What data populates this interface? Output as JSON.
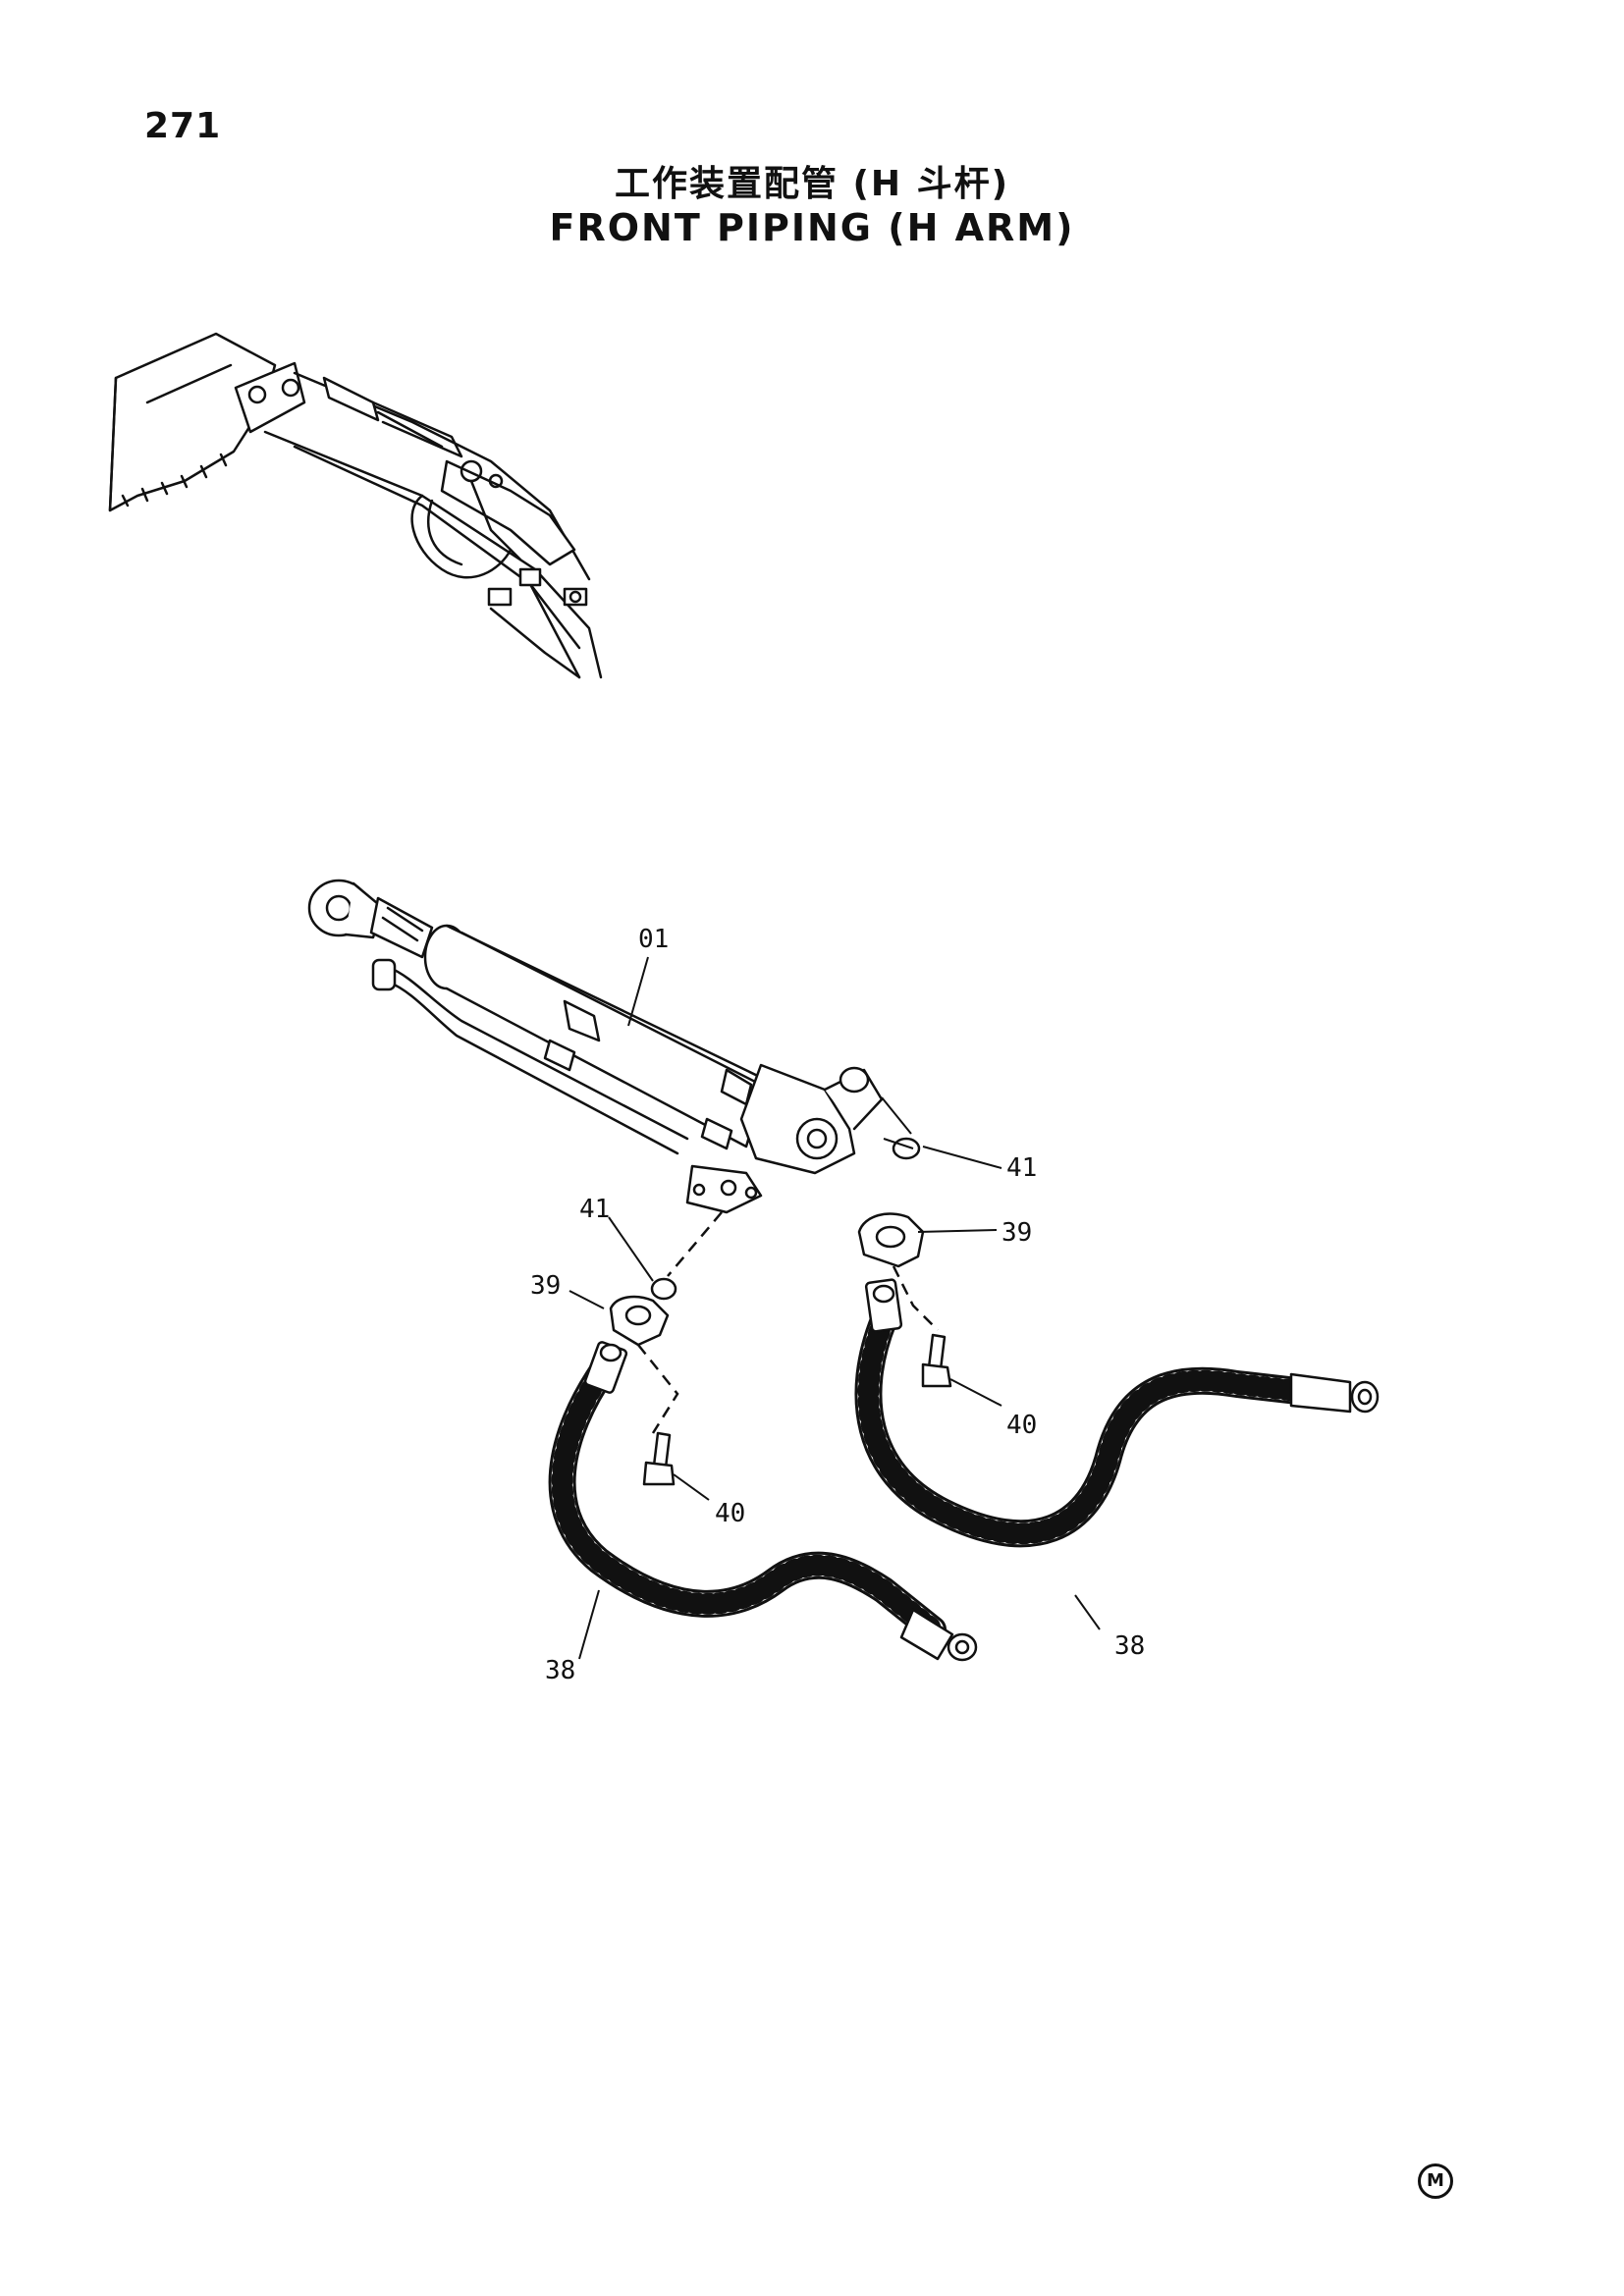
{
  "page": {
    "number": "271"
  },
  "title": {
    "chinese": "工作装置配管 (H 斗杆)",
    "english": "FRONT PIPING (H ARM)"
  },
  "callouts": [
    {
      "id": "c-01",
      "label": "01"
    },
    {
      "id": "c-41-right",
      "label": "41"
    },
    {
      "id": "c-39-right",
      "label": "39"
    },
    {
      "id": "c-41-left",
      "label": "41"
    },
    {
      "id": "c-39-left",
      "label": "39"
    },
    {
      "id": "c-40-right",
      "label": "40"
    },
    {
      "id": "c-40-left",
      "label": "40"
    },
    {
      "id": "c-38-right",
      "label": "38"
    },
    {
      "id": "c-38-left",
      "label": "38"
    }
  ],
  "mark": {
    "text": "M"
  }
}
